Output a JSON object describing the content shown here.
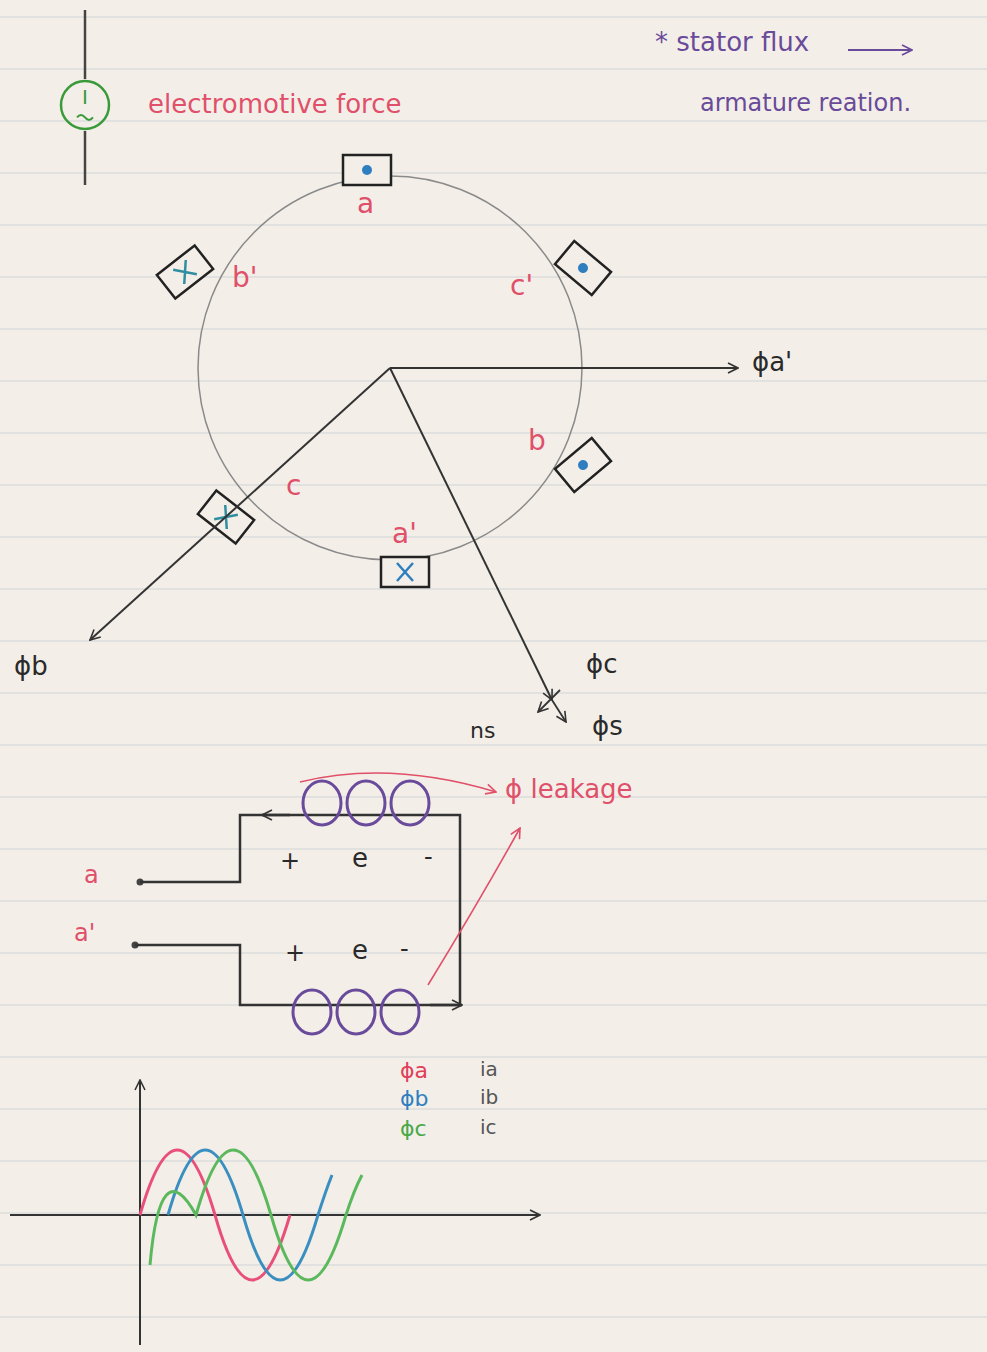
{
  "diagram": {
    "nodes": [
      {
        "text": [
          "I"
        ]
      }
    ],
    "labels": [
      "electromotive force",
      "* stator flux",
      "armature reation.",
      "a",
      "b'",
      "c'",
      "b",
      "c",
      "a'",
      "ϕa'",
      "ϕb",
      "ϕc",
      "ns",
      "ϕs",
      "ϕ leakage",
      "a",
      "a'",
      "+",
      "e",
      "-",
      "+",
      "e",
      "-",
      "ϕa",
      "ia",
      "ϕb",
      "ib",
      "ϕc",
      "ic"
    ]
  }
}
